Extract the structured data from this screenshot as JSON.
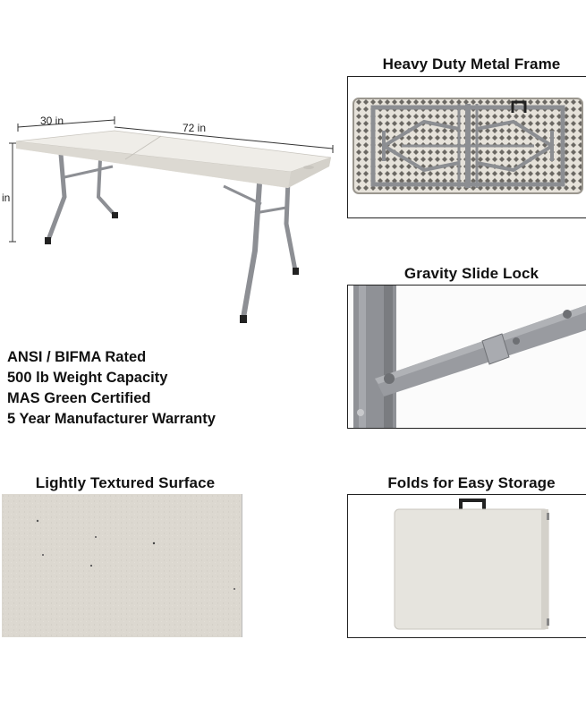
{
  "dimensions": {
    "depth": "30 in",
    "length": "72 in",
    "height": "in"
  },
  "features": [
    "ANSI / BIFMA Rated",
    "500 lb Weight Capacity",
    "MAS Green Certified",
    "5 Year Manufacturer Warranty"
  ],
  "panels": {
    "frame": {
      "title": "Heavy Duty Metal Frame"
    },
    "lock": {
      "title": "Gravity Slide Lock"
    },
    "surface": {
      "title": "Lightly Textured Surface"
    },
    "storage": {
      "title": "Folds for Easy Storage"
    }
  }
}
